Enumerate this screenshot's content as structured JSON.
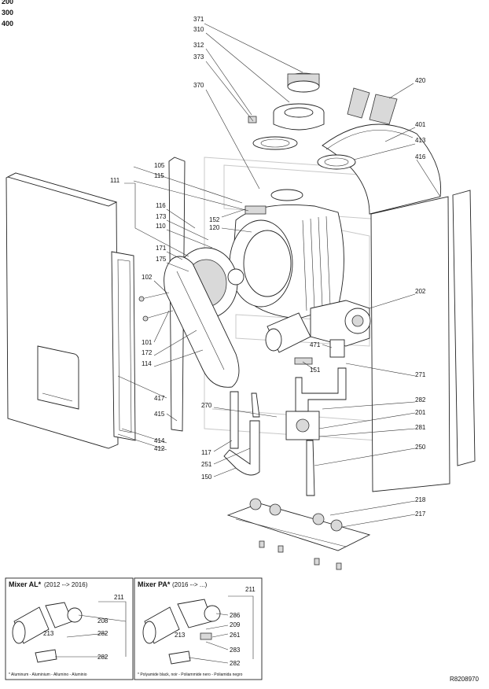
{
  "models": [
    "200",
    "300",
    "400"
  ],
  "callouts": {
    "c371": "371",
    "c310": "310",
    "c312": "312",
    "c373": "373",
    "c370": "370",
    "c420": "420",
    "c401": "401",
    "c413": "413",
    "c416": "416",
    "c105": "105",
    "c115": "115",
    "c111": "111",
    "c116": "116",
    "c152": "152",
    "c120": "120",
    "c173": "173",
    "c110": "110",
    "c171": "171",
    "c175": "175",
    "c102": "102",
    "c101": "101",
    "c172": "172",
    "c114": "114",
    "c202": "202",
    "c471": "471",
    "c151": "151",
    "c271": "271",
    "c282": "282",
    "c201": "201",
    "c270": "270",
    "c281": "281",
    "c250": "250",
    "c417": "417",
    "c415": "415",
    "c414": "414",
    "c412": "412",
    "c117": "117",
    "c251": "251",
    "c150": "150",
    "c218": "218",
    "c217": "217"
  },
  "inset_al": {
    "title": "Mixer AL*",
    "years": "(2012 --> 2016)",
    "c211": "211",
    "c208": "208",
    "c213": "213",
    "c282a": "282",
    "c282b": "282",
    "footnote": "* Aluminum - Aluminium - Allumino - Aluminio"
  },
  "inset_pa": {
    "title": "Mixer PA*",
    "years": "(2016 --> ...)",
    "c211": "211",
    "c286": "286",
    "c209": "209",
    "c213": "213",
    "c261": "261",
    "c283": "283",
    "c282": "282",
    "footnote": "* Polyamide black, noir - Poliammide nero - Poliamida negro"
  },
  "drawing_ref": "R8208970"
}
